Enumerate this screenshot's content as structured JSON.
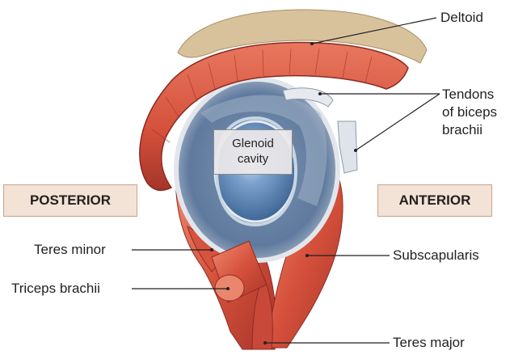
{
  "labels": {
    "deltoid": "Deltoid",
    "tendons_line1": "Tendons",
    "tendons_line2": "of biceps",
    "tendons_line3": "brachii",
    "glenoid_line1": "Glenoid",
    "glenoid_line2": "cavity",
    "posterior": "POSTERIOR",
    "anterior": "ANTERIOR",
    "teres_minor": "Teres minor",
    "triceps_brachii": "Triceps brachii",
    "subscapularis": "Subscapularis",
    "teres_major": "Teres major"
  },
  "colors": {
    "muscle": "#d8553f",
    "muscle_dark": "#a8352a",
    "muscle_light": "#ec8a72",
    "bone": "#d6c09a",
    "cartilage": "#5b86b8",
    "capsule": "#b9c3cf",
    "orientation_box": "#f3e2d6",
    "leader_line": "#231f20"
  }
}
